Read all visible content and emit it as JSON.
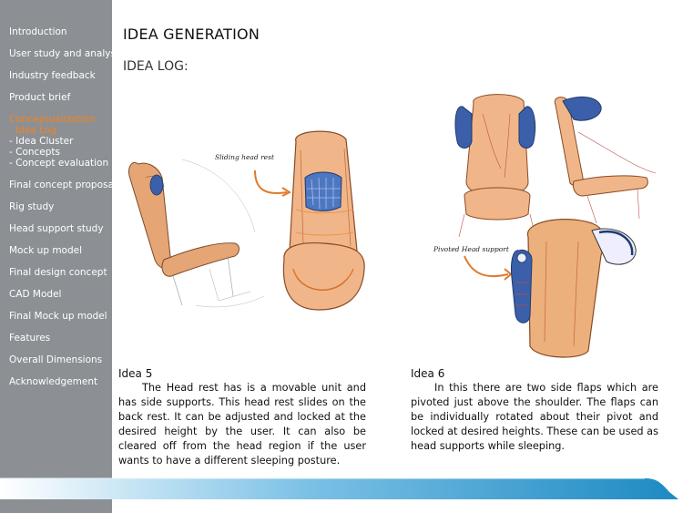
{
  "sidebar": {
    "items": [
      {
        "label": "Introduction",
        "active": false
      },
      {
        "label": "User study and analysis",
        "active": false
      },
      {
        "label": "Industry feedback",
        "active": false
      },
      {
        "label": "Product brief",
        "active": false
      },
      {
        "label": "Conceptualization",
        "active": true
      },
      {
        "label": "Final concept proposal",
        "active": false
      },
      {
        "label": "Rig study",
        "active": false
      },
      {
        "label": "Head support study",
        "active": false
      },
      {
        "label": "Mock up model",
        "active": false
      },
      {
        "label": "Final design concept",
        "active": false
      },
      {
        "label": "CAD Model",
        "active": false
      },
      {
        "label": "Final Mock up model",
        "active": false
      },
      {
        "label": "Features",
        "active": false
      },
      {
        "label": "Overall Dimensions",
        "active": false
      },
      {
        "label": "Acknowledgement",
        "active": false
      }
    ],
    "subitems": [
      {
        "label": "- Idea Log",
        "active": true
      },
      {
        "label": "- Idea Cluster",
        "active": false
      },
      {
        "label": "- Concepts",
        "active": false
      },
      {
        "label": "- Concept evaluation",
        "active": false
      }
    ]
  },
  "header": {
    "title": "IDEA GENERATION",
    "subtitle": "IDEA LOG:"
  },
  "ideas": [
    {
      "title": "Idea 5",
      "annotation": "Sliding head rest",
      "text": "The Head rest has is a movable unit and has side supports. This head rest slides on the back rest. It  can be adjusted and locked at the desired height by the user. It can also be cleared off from the head region if the user wants to have a different sleeping posture."
    },
    {
      "title": "Idea 6",
      "annotation": "Pivoted Head support",
      "text": "In this there are two side flaps  which are pivoted just above the shoulder. The flaps can be individually rotated about their pivot and locked at desired heights. These can be used as head supports while sleeping."
    }
  ],
  "colors": {
    "sidebar_bg": "#8c9094",
    "active_orange": "#f58220",
    "sketch_orange": "#e08a4a",
    "sketch_blue": "#3b5fa8",
    "band_blue": "#1d8ac2"
  }
}
